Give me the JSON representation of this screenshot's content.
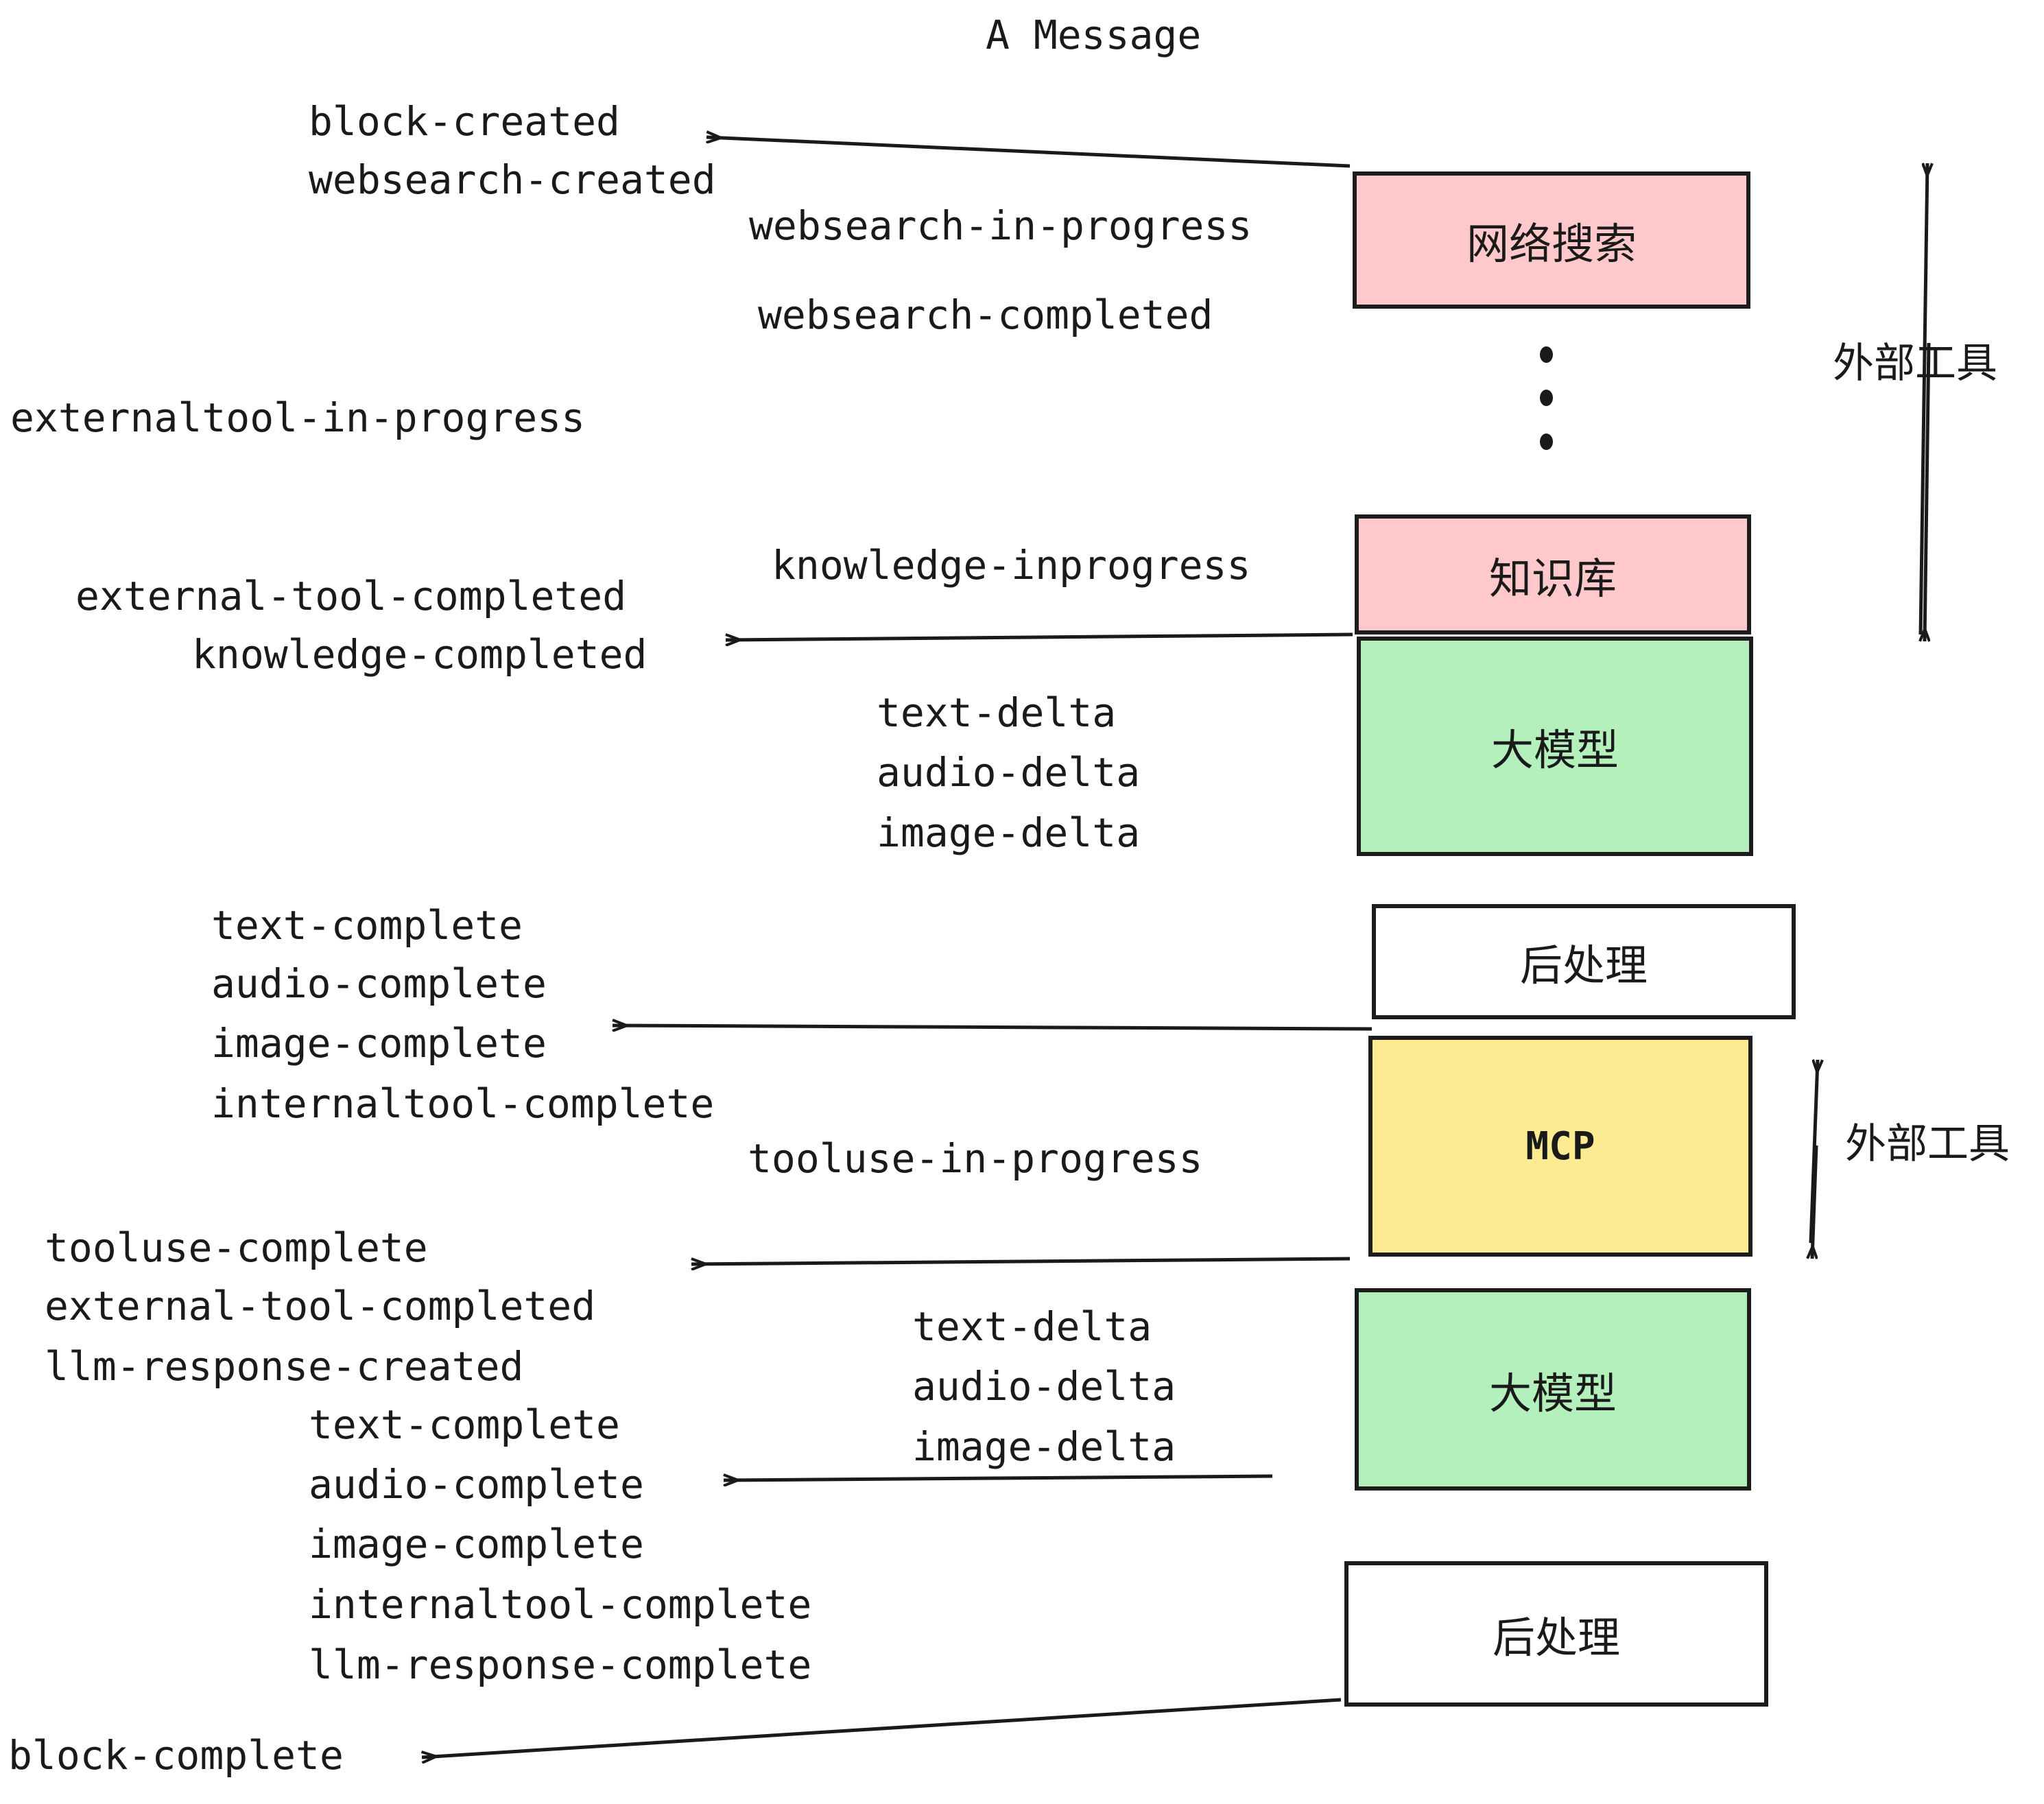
{
  "title": "A Message",
  "colors": {
    "pink": "#FFC9CC",
    "green": "#B4F0BC",
    "yellow": "#FCEB90",
    "white": "#FFFFFF",
    "stroke": "#1C1C1C",
    "text": "#1A1A1A"
  },
  "boxes": [
    {
      "id": "websearch",
      "label": "网络搜索",
      "fill": "#FFC9CC"
    },
    {
      "id": "knowledge",
      "label": "知识库",
      "fill": "#FFC9CC"
    },
    {
      "id": "llm-top",
      "label": "大模型",
      "fill": "#B4F0BC"
    },
    {
      "id": "postprocess-top",
      "label": "后处理",
      "fill": "#FFFFFF"
    },
    {
      "id": "mcp",
      "label": "MCP",
      "fill": "#FCEB90"
    },
    {
      "id": "llm-bottom",
      "label": "大模型",
      "fill": "#B4F0BC"
    },
    {
      "id": "postprocess-bottom",
      "label": "后处理",
      "fill": "#FFFFFF"
    }
  ],
  "side_labels": [
    {
      "id": "external-tool-top",
      "text": "外部工具"
    },
    {
      "id": "external-tool-bottom",
      "text": "外部工具"
    }
  ],
  "events": [
    {
      "id": "block-created",
      "text": "block-created"
    },
    {
      "id": "websearch-created",
      "text": "websearch-created"
    },
    {
      "id": "websearch-in-progress",
      "text": "websearch-in-progress"
    },
    {
      "id": "websearch-completed",
      "text": "websearch-completed"
    },
    {
      "id": "externaltool-in-progress",
      "text": "externaltool-in-progress"
    },
    {
      "id": "knowledge-inprogress",
      "text": "knowledge-inprogress"
    },
    {
      "id": "external-tool-completed-1",
      "text": "external-tool-completed"
    },
    {
      "id": "knowledge-completed",
      "text": "knowledge-completed"
    },
    {
      "id": "text-delta-1",
      "text": "text-delta"
    },
    {
      "id": "audio-delta-1",
      "text": "audio-delta"
    },
    {
      "id": "image-delta-1",
      "text": "image-delta"
    },
    {
      "id": "text-complete-1",
      "text": "text-complete"
    },
    {
      "id": "audio-complete-1",
      "text": "audio-complete"
    },
    {
      "id": "image-complete-1",
      "text": "image-complete"
    },
    {
      "id": "internaltool-complete-1",
      "text": "internaltool-complete"
    },
    {
      "id": "tooluse-in-progress",
      "text": "tooluse-in-progress"
    },
    {
      "id": "tooluse-complete",
      "text": "tooluse-complete"
    },
    {
      "id": "external-tool-completed-2",
      "text": "external-tool-completed"
    },
    {
      "id": "llm-response-created",
      "text": "llm-response-created"
    },
    {
      "id": "text-delta-2",
      "text": "text-delta"
    },
    {
      "id": "audio-delta-2",
      "text": "audio-delta"
    },
    {
      "id": "image-delta-2",
      "text": "image-delta"
    },
    {
      "id": "text-complete-2",
      "text": "text-complete"
    },
    {
      "id": "audio-complete-2",
      "text": "audio-complete"
    },
    {
      "id": "image-complete-2",
      "text": "image-complete"
    },
    {
      "id": "internaltool-complete-2",
      "text": "internaltool-complete"
    },
    {
      "id": "llm-response-complete",
      "text": "llm-response-complete"
    },
    {
      "id": "block-complete",
      "text": "block-complete"
    }
  ]
}
